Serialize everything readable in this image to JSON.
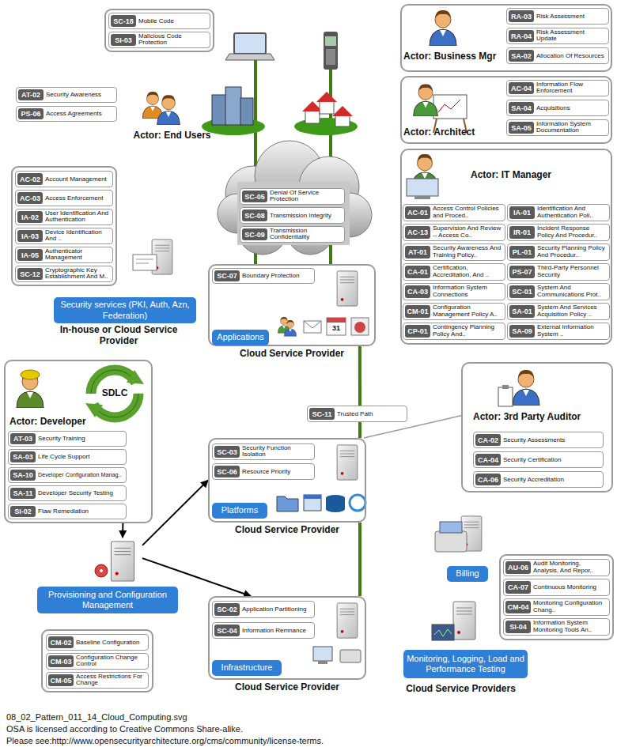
{
  "diagram": {
    "nodes": [
      {
        "text": [
          "SC-18",
          "Mobile Code"
        ]
      },
      {
        "text": [
          "SI-03",
          "Malicious Code Protection"
        ]
      },
      {
        "text": [
          "Actor: Business Mgr"
        ]
      },
      {
        "text": [
          "RA-03",
          "Risk Assessment"
        ],
        "in": 2
      },
      {
        "text": [
          "RA-04",
          "Risk Assessment Update"
        ],
        "in": 2
      },
      {
        "text": [
          "SA-02",
          "Allocation Of Resources"
        ],
        "in": 2
      },
      {
        "text": [
          "Actor: Architect"
        ]
      },
      {
        "text": [
          "AC-04",
          "Information Flow Enforcement"
        ],
        "in": 6
      },
      {
        "text": [
          "SA-04",
          "Acquisitions"
        ],
        "in": 6
      },
      {
        "text": [
          "SA-05",
          "Information System Documentation"
        ],
        "in": 6
      },
      {
        "text": [
          "AT-02",
          "Security Awareness"
        ]
      },
      {
        "text": [
          "PS-06",
          "Access Agreements"
        ]
      },
      {
        "text": [
          "Actor: IT Manager"
        ]
      },
      {
        "text": [
          "AC-01",
          "Access Control Policies and Proced.."
        ],
        "in": 12
      },
      {
        "text": [
          "IA-01",
          "Identification And Authentication Poli.."
        ],
        "in": 12
      },
      {
        "text": [
          "AC-13",
          "Supervision And Review -- Access Co.."
        ],
        "in": 12
      },
      {
        "text": [
          "IR-01",
          "Incident Response Policy And Procedur.."
        ],
        "in": 12
      },
      {
        "text": [
          "AT-01",
          "Security Awareness And Training Policy.."
        ],
        "in": 12
      },
      {
        "text": [
          "PL-01",
          "Security Planning Policy And Procedur.."
        ],
        "in": 12
      },
      {
        "text": [
          "CA-01",
          "Certification, Accreditation, And .."
        ],
        "in": 12
      },
      {
        "text": [
          "PS-07",
          "Third-Party Personnel Security"
        ],
        "in": 12
      },
      {
        "text": [
          "CA-03",
          "Information System Connections"
        ],
        "in": 12
      },
      {
        "text": [
          "SC-01",
          "System And Communications Prot.."
        ],
        "in": 12
      },
      {
        "text": [
          "CM-01",
          "Configuration Management Policy A.."
        ],
        "in": 12
      },
      {
        "text": [
          "SA-01",
          "System And Services Acquisition Policy .."
        ],
        "in": 12
      },
      {
        "text": [
          "CP-01",
          "Contingency Planning Policy And.."
        ],
        "in": 12
      },
      {
        "text": [
          "SA-09",
          "External Information System .."
        ],
        "in": 12
      },
      {
        "text": [
          "AC-02",
          "Account Management"
        ]
      },
      {
        "text": [
          "AC-03",
          "Access Enforcement"
        ]
      },
      {
        "text": [
          "IA-02",
          "User Identification And Authentication"
        ]
      },
      {
        "text": [
          "IA-03",
          "Device Identification And .."
        ]
      },
      {
        "text": [
          "IA-05",
          "Authenticator Management"
        ]
      },
      {
        "text": [
          "SC-12",
          "Cryptographic Key Establishment And M.."
        ]
      },
      {
        "text": [
          "Security services (PKI, Auth, Azn, Federation)"
        ]
      },
      {
        "text": [
          "SC-05",
          "Denial Of Service Protection"
        ]
      },
      {
        "text": [
          "SC-08",
          "Transmission Integrity"
        ]
      },
      {
        "text": [
          "SC-09",
          "Transmission Confidentiality"
        ]
      },
      {
        "text": [
          "Cloud Service Provider"
        ]
      },
      {
        "text": [
          "SC-07",
          "Boundary Protection"
        ],
        "in": 37
      },
      {
        "text": [
          "Applications"
        ],
        "in": 37
      },
      {
        "text": [
          "Actor: Developer"
        ]
      },
      {
        "text": [
          "AT-03",
          "Security Training"
        ],
        "in": 40
      },
      {
        "text": [
          "SA-03",
          "Life Cycle Support"
        ],
        "in": 40
      },
      {
        "text": [
          "SA-10",
          "Developer Configuration Manag.."
        ],
        "in": 40
      },
      {
        "text": [
          "SA-11",
          "Developer Security Testing"
        ],
        "in": 40
      },
      {
        "text": [
          "SI-02",
          "Flaw Remediation"
        ],
        "in": 40
      },
      {
        "text": [
          "SC-11",
          "Trusted Path"
        ]
      },
      {
        "text": [
          "Actor: 3rd Party Auditor"
        ]
      },
      {
        "text": [
          "CA-02",
          "Security Assessments"
        ],
        "in": 47
      },
      {
        "text": [
          "CA-04",
          "Security Certification"
        ],
        "in": 47
      },
      {
        "text": [
          "CA-06",
          "Security Accreditation"
        ],
        "in": 47
      },
      {
        "text": [
          "Cloud Service Provider"
        ]
      },
      {
        "text": [
          "SC-03",
          "Security Function Isolation"
        ],
        "in": 51
      },
      {
        "text": [
          "SC-06",
          "Resource Priority"
        ],
        "in": 51
      },
      {
        "text": [
          "Platforms"
        ],
        "in": 51
      },
      {
        "text": [
          "Provisioning and Configuration Management"
        ]
      },
      {
        "text": [
          "CM-02",
          "Baseline Configuration"
        ]
      },
      {
        "text": [
          "CM-03",
          "Configuration Change Control"
        ]
      },
      {
        "text": [
          "CM-05",
          "Access Restrictions For Change"
        ]
      },
      {
        "text": [
          "Billing"
        ]
      },
      {
        "text": [
          "AU-06",
          "Audit Monitoring, Analysis, And Repor.."
        ]
      },
      {
        "text": [
          "CA-07",
          "Continuous Monitoring"
        ]
      },
      {
        "text": [
          "CM-04",
          "Monitoring Configuration Chang.."
        ]
      },
      {
        "text": [
          "SI-04",
          "Information System Monitoring Tools An.."
        ]
      },
      {
        "text": [
          "Monitoring, Logging, Load and Performance Testing"
        ]
      },
      {
        "text": [
          "Cloud Service Provider"
        ]
      },
      {
        "text": [
          "SC-02",
          "Application Partitioning"
        ],
        "in": 65
      },
      {
        "text": [
          "SC-04",
          "Information Remnance"
        ],
        "in": 65
      },
      {
        "text": [
          "Infrastructure"
        ],
        "in": 65
      }
    ],
    "edges": [
      {
        "from": 40,
        "to": 55,
        "arrow": "to"
      },
      {
        "from": 55,
        "to": 51,
        "arrow": "to"
      },
      {
        "from": 55,
        "to": 65,
        "arrow": "to"
      },
      {
        "from": 37,
        "to": 51,
        "arrow": "none"
      },
      {
        "from": 51,
        "to": 65,
        "arrow": "none"
      },
      {
        "from": 47,
        "to": 51,
        "arrow": "none"
      }
    ],
    "labels": [
      "Actor: End Users",
      "In-house or Cloud Service Provider",
      "SDLC",
      "31",
      "Cloud Service Providers",
      "08_02_Pattern_011_14_Cloud_Computing.svg",
      "OSA is licensed according to Creative Commons Share-alike.",
      "Please see:http://www.opensecurityarchitecture.org/cms/community/license-terms."
    ]
  }
}
